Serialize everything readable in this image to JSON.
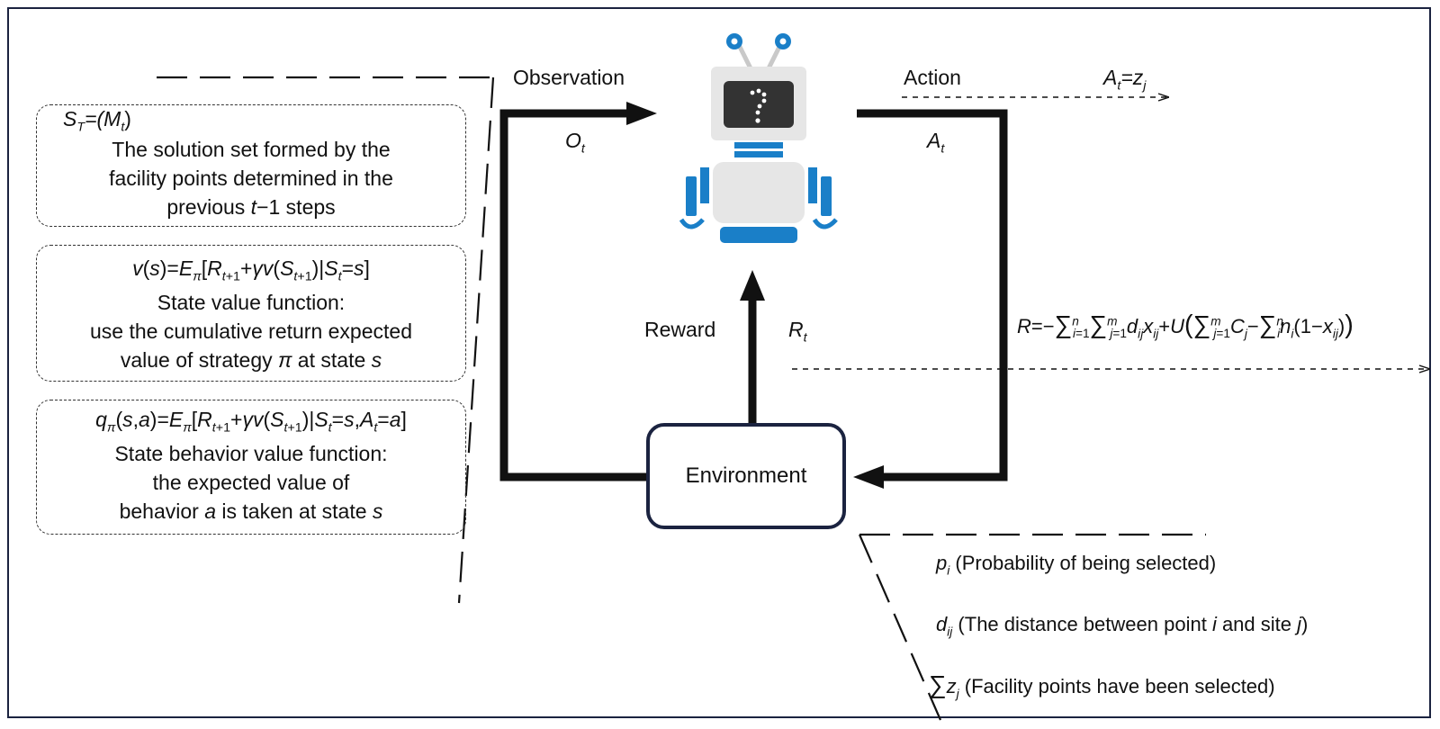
{
  "labels": {
    "observation": "Observation",
    "action": "Action",
    "reward": "Reward",
    "environment": "Environment",
    "obs_symbol": "O",
    "obs_sub": "t",
    "act_symbol": "A",
    "act_sub": "t",
    "rew_symbol": "R",
    "rew_sub": "t",
    "action_eq": "A",
    "action_eq_sub": "t",
    "action_eq_rhs": "=z",
    "action_eq_rhs_sub": "j"
  },
  "state_box": {
    "formula_lhs": "S",
    "formula_lhs_sub": "T",
    "formula_rhs": "=(M",
    "formula_rhs_sub": "t",
    "formula_close": ")",
    "line1": "The solution set formed by the",
    "line2": "facility points determined in the",
    "line3_pre": "previous ",
    "line3_var": "t",
    "line3_post": "−1 steps"
  },
  "value_box": {
    "formula": "v(s)=Eπ[Rt+1+γv(St+1)|St=s]",
    "line1": "State value function:",
    "line2": "use the cumulative return expected",
    "line3_pre": "value of strategy ",
    "line3_var": "π",
    "line3_mid": " at state ",
    "line3_var2": "s"
  },
  "q_box": {
    "formula": "qπ(s,a)=Eπ[Rt+1+γv(St+1)|St=s,At=a]",
    "line1": "State behavior value function:",
    "line2": "the expected value of",
    "line3_pre": "behavior ",
    "line3_var": "a",
    "line3_mid": " is taken at state ",
    "line3_var2": "s"
  },
  "reward_formula": "R=−∑ni=1∑mj=1dijxij+U(∑mj=1Cj−∑ini(1−xij))",
  "env_legend": {
    "p_sym": "p",
    "p_sub": "i",
    "p_text": " (Probability of being selected)",
    "d_sym": "d",
    "d_sub": "ij",
    "d_text_pre": " (The distance between point ",
    "d_var1": "i",
    "d_text_mid": " and site ",
    "d_var2": "j",
    "d_text_post": ")",
    "z_sum": "∑",
    "z_sym": "z",
    "z_sub": "j",
    "z_text": " (Facility points have been selected)"
  },
  "colors": {
    "robot_blue": "#1a7fc8",
    "robot_gray": "#e6e6e6",
    "screen_dark": "#333333",
    "frame_navy": "#1b2340"
  },
  "icons": [
    "robot-icon",
    "question-mark-icon"
  ]
}
